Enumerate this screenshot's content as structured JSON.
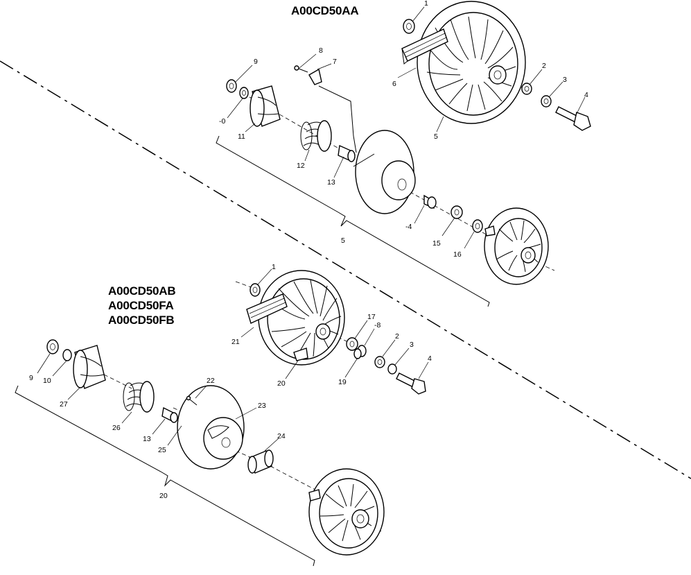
{
  "models": {
    "top": "A00CD50AA",
    "bottom": [
      "A00CD50AB",
      "A00CD50FA",
      "A00CD50FB"
    ]
  },
  "callouts": {
    "top": [
      "1",
      "2",
      "3",
      "4",
      "5",
      "6",
      "7",
      "8",
      "9",
      "-0",
      "11",
      "12",
      "13",
      "-4",
      "15",
      "16",
      "5"
    ],
    "bottom": [
      "1",
      "2",
      "3",
      "4",
      "9",
      "10",
      "13",
      "17",
      "-8",
      "19",
      "20",
      "21",
      "22",
      "23",
      "24",
      "25",
      "26",
      "27",
      "20"
    ]
  }
}
